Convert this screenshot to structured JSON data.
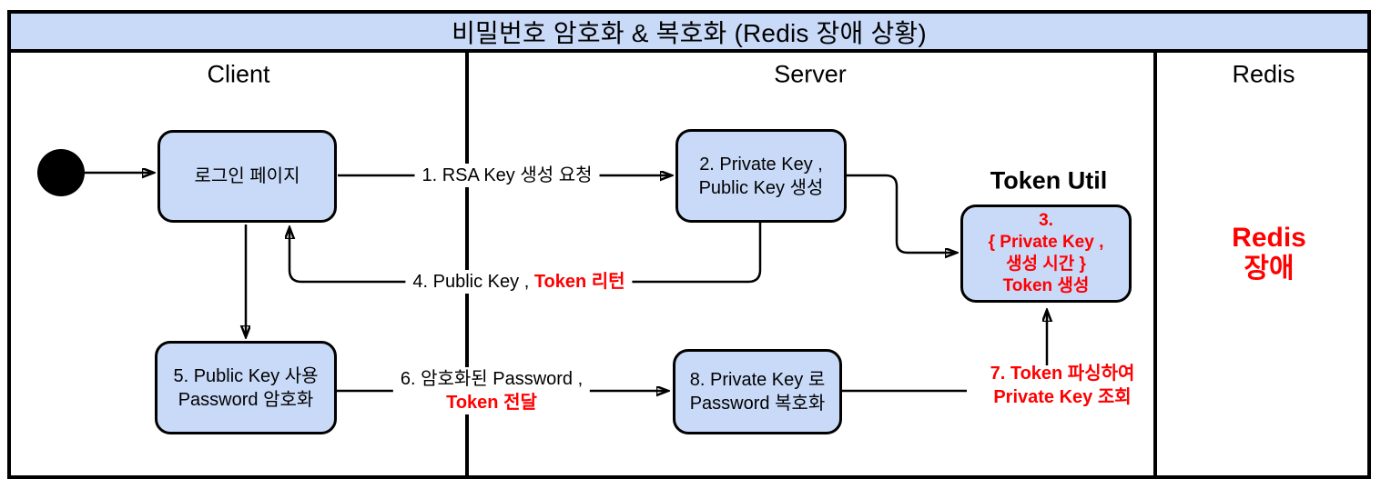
{
  "title": "비밀번호 암호화 & 복호화 (Redis 장애 상황)",
  "lanes": {
    "client": "Client",
    "server": "Server",
    "redis": "Redis"
  },
  "nodes": {
    "login": {
      "label": "로그인 페이지"
    },
    "keygen": {
      "line1": "2. Private Key ,",
      "line2": "Public Key 생성"
    },
    "token_util_heading": "Token Util",
    "token_gen": {
      "line1": "3.",
      "line2": "{ Private Key ,",
      "line3": "생성 시간 }",
      "line4": "Token 생성"
    },
    "encrypt": {
      "line1": "5. Public Key 사용",
      "line2": "Password 암호화"
    },
    "decrypt": {
      "line1": "8. Private Key 로",
      "line2": "Password 복호화"
    }
  },
  "edges": {
    "rsa_request": {
      "label": "1. RSA Key 생성 요청"
    },
    "key_return": {
      "label_black": "4. Public Key , ",
      "label_red": "Token 리턴"
    },
    "password_send": {
      "line1": "6. 암호화된 Password ,",
      "line2_red": "Token 전달"
    },
    "token_parse": {
      "line1": "7. Token 파싱하여",
      "line2": "Private Key 조회"
    }
  },
  "redis_status": {
    "line1": "Redis",
    "line2": "장애"
  },
  "colors": {
    "lane_title_bg": "#C9DAF8",
    "node_fill": "#C9DAF8",
    "alert_red": "#FF0000",
    "line": "#000000"
  }
}
